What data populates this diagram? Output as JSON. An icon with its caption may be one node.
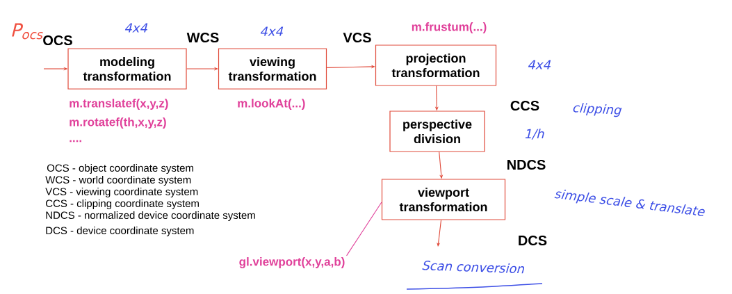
{
  "diagram": {
    "nodes": [
      {
        "text": [
          "modeling transformation"
        ]
      },
      {
        "text": [
          "viewing transformation"
        ]
      },
      {
        "text": [
          "projection transformation"
        ]
      },
      {
        "text": [
          "perspective division"
        ]
      },
      {
        "text": [
          "viewport transformation"
        ]
      },
      {
        "text": [
          "gl.viewport(x,y,a,b)"
        ]
      }
    ],
    "edges": [
      {
        "from": null,
        "to": 0,
        "arrow": "to"
      },
      {
        "from": 0,
        "to": 1,
        "arrow": "to"
      },
      {
        "from": 1,
        "to": 2,
        "arrow": "to"
      },
      {
        "from": 2,
        "to": 3,
        "arrow": "to"
      },
      {
        "from": 3,
        "to": 4,
        "arrow": "to"
      },
      {
        "from": 4,
        "to": null,
        "arrow": "to"
      },
      {
        "from": 5,
        "to": 4,
        "arrow": "none",
        "color": "#e0409a"
      }
    ],
    "labels": [
      "P$_{ocs}$",
      "4x4",
      "4x4",
      "m.frustum(...)",
      "OCS",
      "WCS",
      "VCS",
      "4x4",
      "m.translatef(x,y,z)",
      "m.lookAt(...)",
      "CCS",
      "clipping",
      "m.rotatef(th,x,y,z)",
      "1/h",
      "....",
      "OCS - object coordinate system",
      "WCS - world coordinate system",
      "VCS - viewing coordinate system",
      "CCS - clipping coordinate system",
      "NDCS - normalized device coordinate system",
      "DCS - device coordinate system",
      "NDCS",
      "simple scale & translate",
      "DCS",
      "Scan conversion"
    ]
  }
}
